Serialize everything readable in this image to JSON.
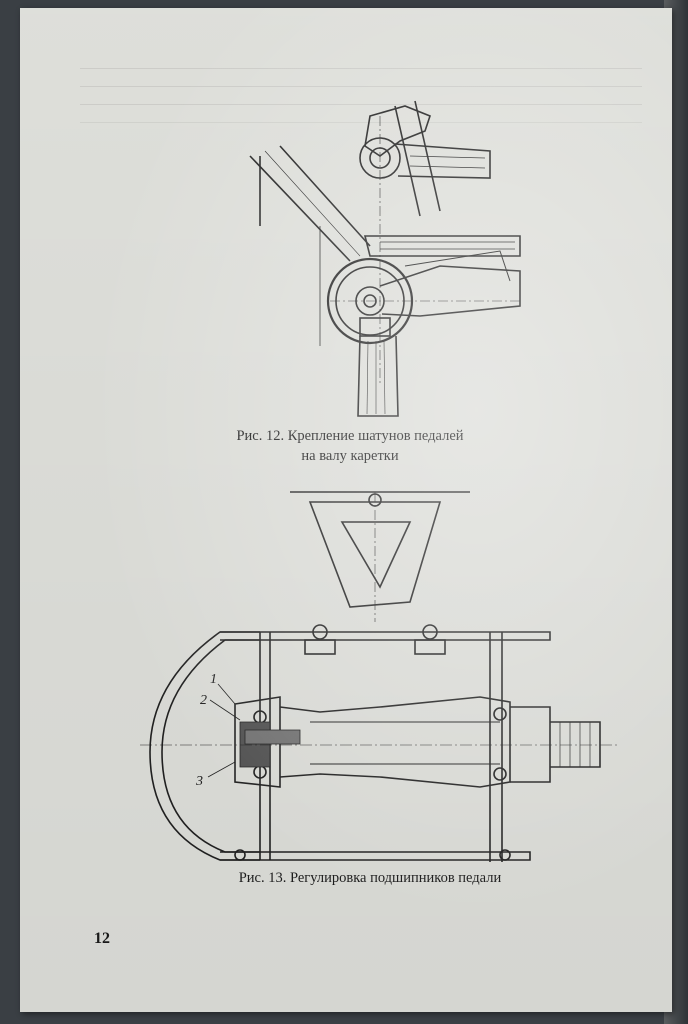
{
  "page": {
    "page_number": "12",
    "figures": [
      {
        "id": "fig12",
        "caption_line1": "Рис. 12. Крепление шатунов педалей",
        "caption_line2": "на валу каретки"
      },
      {
        "id": "fig13",
        "caption": "Рис. 13. Регулировка подшипников педали",
        "callouts": [
          "1",
          "2",
          "3"
        ]
      }
    ]
  },
  "colors": {
    "paper": "#e2e3de",
    "ink": "#1e1e1e",
    "background": "#3a3f44"
  }
}
